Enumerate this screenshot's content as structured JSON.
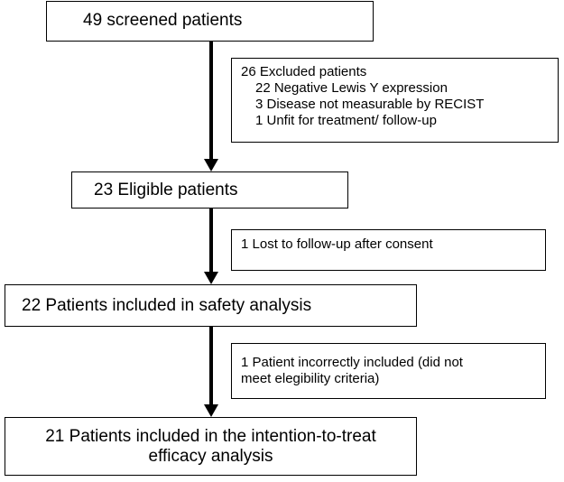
{
  "flow": {
    "screened": "49 screened patients",
    "excluded": {
      "title": "26 Excluded patients",
      "reasons": [
        "22 Negative Lewis Y expression",
        "3 Disease not measurable by RECIST",
        "1 Unfit for treatment/ follow-up"
      ]
    },
    "eligible": "23 Eligible patients",
    "lost": "1 Lost to follow-up after consent",
    "safety": "22 Patients included in safety analysis",
    "incorrect": {
      "lines": [
        "1 Patient incorrectly included (did not",
        "meet elegibility criteria)"
      ]
    },
    "itt": {
      "lines": [
        "21 Patients included in the intention-to-treat",
        "efficacy analysis"
      ]
    }
  }
}
